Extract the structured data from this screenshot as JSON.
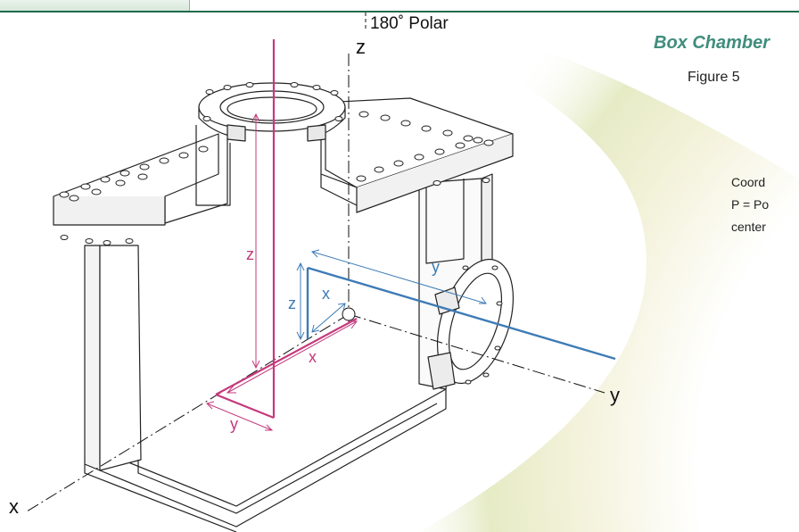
{
  "header": {
    "title": "Box Chamber",
    "figure": "Figure 5"
  },
  "note_lines": [
    "Coord",
    "P = Po",
    "center"
  ],
  "labels": {
    "polar": "180˚ Polar",
    "axis_z": "z",
    "axis_x": "x",
    "axis_y": "y",
    "mag_z": "z",
    "mag_x": "x",
    "mag_y": "y",
    "blue_z": "z",
    "blue_x": "x",
    "blue_y": "y"
  },
  "colors": {
    "magenta": "#c43a7c",
    "blue": "#3e7bb6",
    "title": "#3f8d7d",
    "top_bar": "#1f6b4e"
  }
}
